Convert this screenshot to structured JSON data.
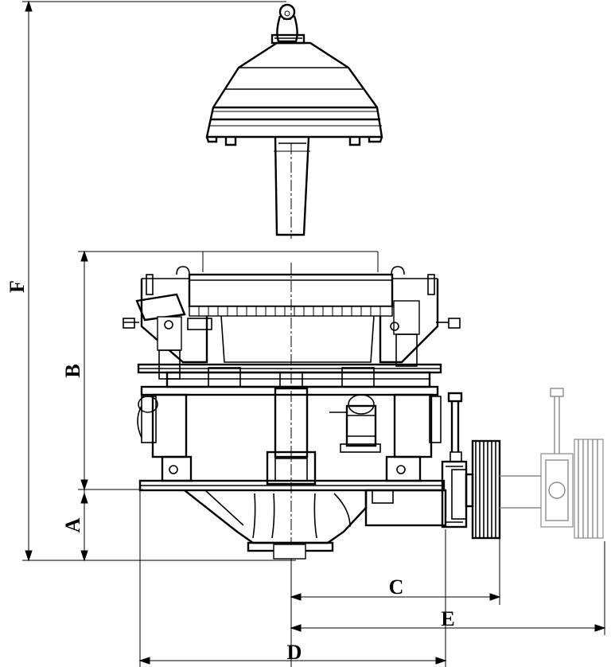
{
  "dimensions": {
    "A": "A",
    "B": "B",
    "C": "C",
    "D": "D",
    "E": "E",
    "F": "F"
  },
  "colors": {
    "line": "#000000",
    "ghost_drive": "#8a8a8a",
    "background": "#ffffff"
  }
}
